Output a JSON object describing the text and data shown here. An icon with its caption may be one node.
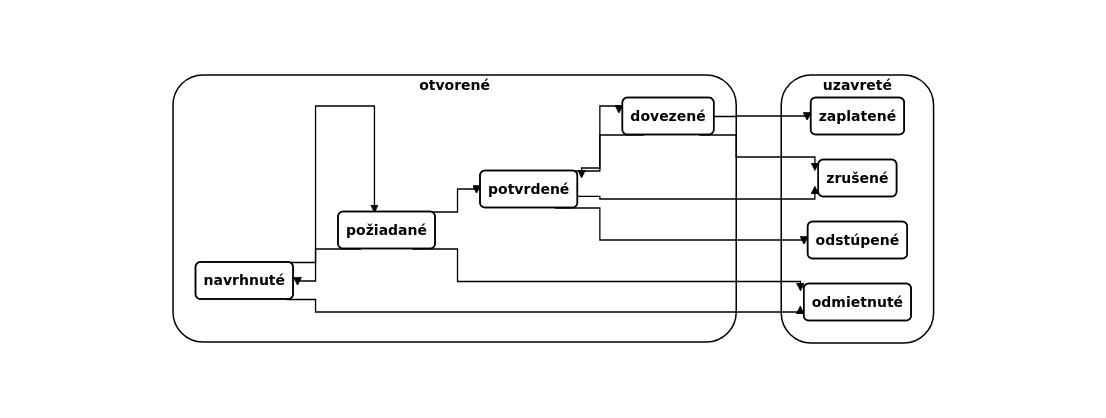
{
  "diagram": {
    "nodes": [
      {
        "text": [
          "otvorené"
        ]
      },
      {
        "text": [
          "navrhnuté"
        ],
        "in": 0
      },
      {
        "text": [
          "požiadané"
        ],
        "in": 0
      },
      {
        "text": [
          "potvrdené"
        ],
        "in": 0
      },
      {
        "text": [
          "dovezené"
        ],
        "in": 0
      },
      {
        "text": [
          "uzavreté"
        ]
      },
      {
        "text": [
          "zaplatené"
        ],
        "in": 5
      },
      {
        "text": [
          "zrušené"
        ],
        "in": 5
      },
      {
        "text": [
          "odstúpené"
        ],
        "in": 5
      },
      {
        "text": [
          "odmietnuté"
        ],
        "in": 5
      }
    ],
    "edges": [
      {
        "from": 1,
        "to": 2,
        "arrow": "to"
      },
      {
        "from": 2,
        "to": 1,
        "arrow": "to"
      },
      {
        "from": 2,
        "to": 3,
        "arrow": "to"
      },
      {
        "from": 3,
        "to": 4,
        "arrow": "to"
      },
      {
        "from": 4,
        "to": 3,
        "arrow": "to"
      },
      {
        "from": 4,
        "to": 6,
        "arrow": "to"
      },
      {
        "from": 4,
        "to": 7,
        "arrow": "to"
      },
      {
        "from": 3,
        "to": 7,
        "arrow": "to"
      },
      {
        "from": 3,
        "to": 8,
        "arrow": "to"
      },
      {
        "from": 2,
        "to": 9,
        "arrow": "to"
      },
      {
        "from": 1,
        "to": 9,
        "arrow": "to"
      }
    ]
  }
}
